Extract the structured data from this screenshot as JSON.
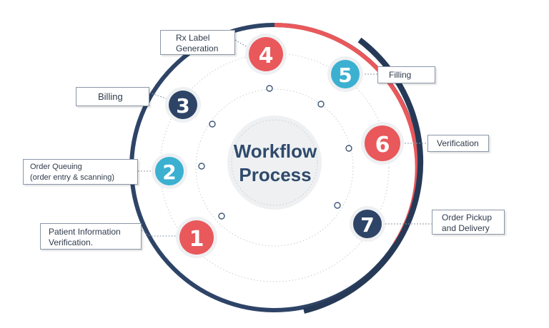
{
  "center": {
    "line1": "Workflow",
    "line2": "Process"
  },
  "colors": {
    "navy": "#2e4467",
    "red": "#e9585b",
    "cyan": "#3bb0d0",
    "dot": "#3f5677",
    "grey_disc": "#eef0f2"
  },
  "steps": [
    {
      "number": "1",
      "label_lines": [
        "Patient Information",
        "Verification."
      ],
      "color": "red"
    },
    {
      "number": "2",
      "label_lines": [
        "Order Queuing",
        "(order entry & scanning)"
      ],
      "color": "cyan"
    },
    {
      "number": "3",
      "label_lines": [
        "Billing"
      ],
      "color": "navy"
    },
    {
      "number": "4",
      "label_lines": [
        "Rx Label",
        "Generation"
      ],
      "color": "red"
    },
    {
      "number": "5",
      "label_lines": [
        "Filling"
      ],
      "color": "cyan"
    },
    {
      "number": "6",
      "label_lines": [
        "Verification"
      ],
      "color": "red"
    },
    {
      "number": "7",
      "label_lines": [
        "Order Pickup",
        "and Delivery"
      ],
      "color": "navy"
    }
  ]
}
